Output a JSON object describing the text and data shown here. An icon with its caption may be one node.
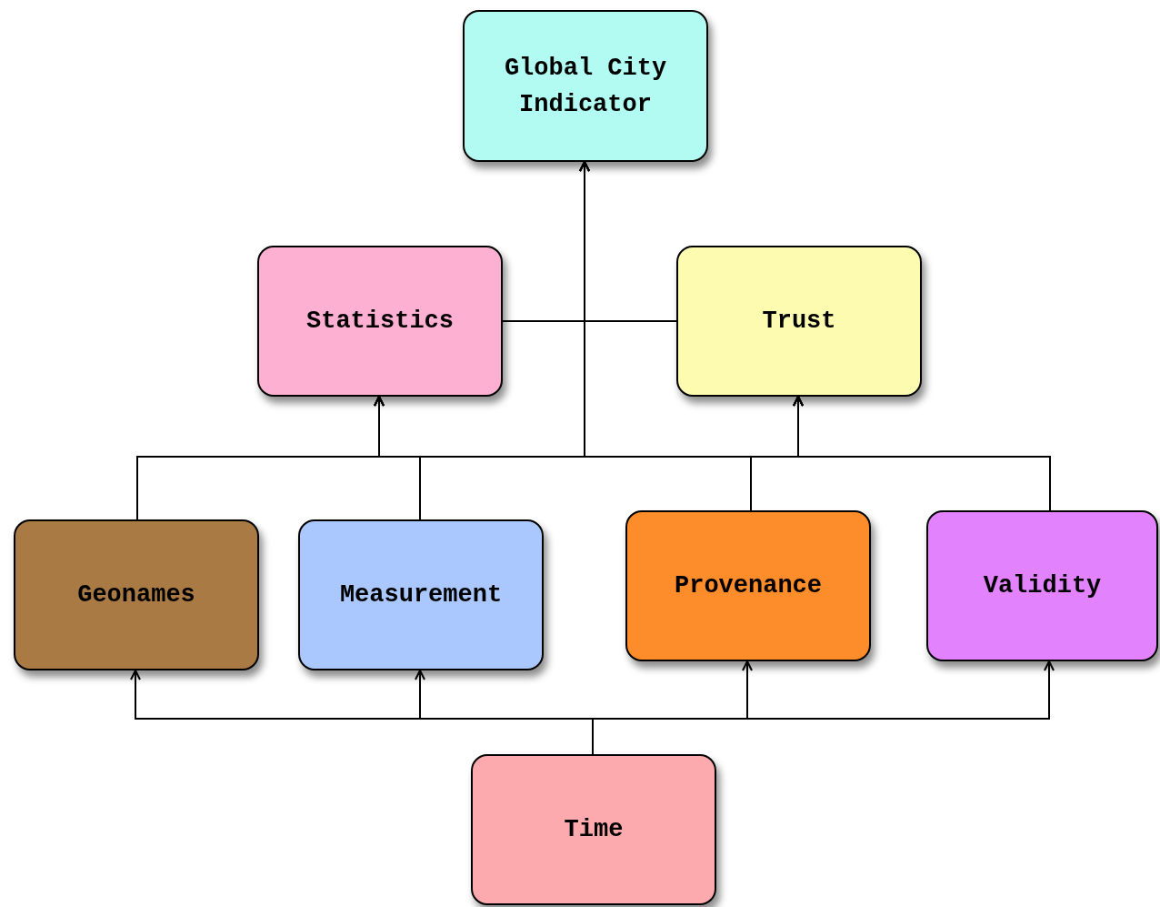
{
  "diagram": {
    "nodes": [
      {
        "text": [
          "Global City Indicator"
        ]
      },
      {
        "text": [
          "Statistics"
        ]
      },
      {
        "text": [
          "Trust"
        ]
      },
      {
        "text": [
          "Geonames"
        ]
      },
      {
        "text": [
          "Measurement"
        ]
      },
      {
        "text": [
          "Provenance"
        ]
      },
      {
        "text": [
          "Validity"
        ]
      },
      {
        "text": [
          "Time"
        ]
      }
    ],
    "edges": [
      {
        "from": 7,
        "to": 3,
        "arrow": "to"
      },
      {
        "from": 7,
        "to": 4,
        "arrow": "to"
      },
      {
        "from": 7,
        "to": 5,
        "arrow": "to"
      },
      {
        "from": 7,
        "to": 6,
        "arrow": "to"
      },
      {
        "from": 3,
        "to": 1,
        "arrow": "to"
      },
      {
        "from": 3,
        "to": 0,
        "arrow": "to"
      },
      {
        "from": 3,
        "to": 2,
        "arrow": "to"
      },
      {
        "from": 4,
        "to": 1,
        "arrow": "to"
      },
      {
        "from": 4,
        "to": 0,
        "arrow": "to"
      },
      {
        "from": 4,
        "to": 2,
        "arrow": "to"
      },
      {
        "from": 5,
        "to": 1,
        "arrow": "to"
      },
      {
        "from": 5,
        "to": 0,
        "arrow": "to"
      },
      {
        "from": 5,
        "to": 2,
        "arrow": "to"
      },
      {
        "from": 6,
        "to": 1,
        "arrow": "to"
      },
      {
        "from": 6,
        "to": 0,
        "arrow": "to"
      },
      {
        "from": 6,
        "to": 2,
        "arrow": "to"
      },
      {
        "from": 1,
        "to": 2,
        "arrow": "none"
      }
    ]
  }
}
